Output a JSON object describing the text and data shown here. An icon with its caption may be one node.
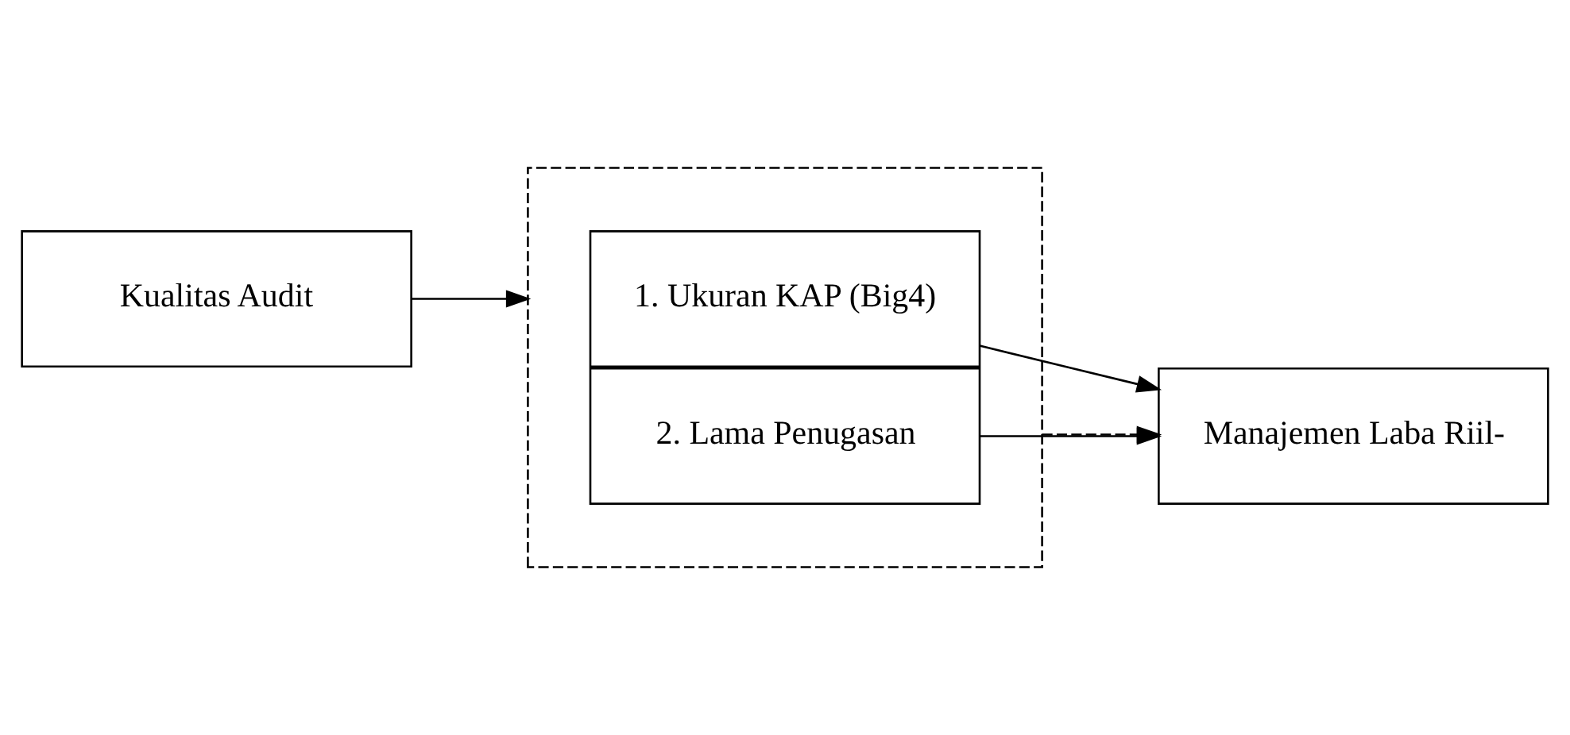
{
  "diagram": {
    "nodes": [
      {
        "text": [
          "Kualitas Audit"
        ]
      },
      {
        "text": [],
        "shape": "box"
      },
      {
        "text": [
          "1. Ukuran KAP (Big4)"
        ],
        "in": 1
      },
      {
        "text": [
          "2. Lama Penugasan"
        ],
        "in": 1
      },
      {
        "text": [
          "Manajemen Laba Riil-"
        ]
      }
    ],
    "edges": [
      {
        "from": 0,
        "to": 1,
        "arrow": "to"
      },
      {
        "from": 2,
        "to": 4,
        "arrow": "to"
      },
      {
        "from": 3,
        "to": 4,
        "arrow": "to"
      },
      {
        "from": 1,
        "to": 4,
        "arrow": "to",
        "style": "dashed"
      }
    ]
  }
}
